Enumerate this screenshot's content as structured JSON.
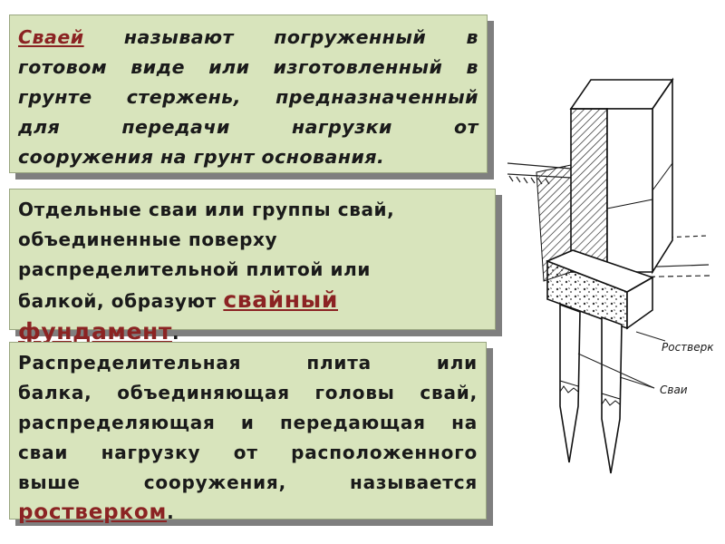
{
  "definition_card": {
    "term": "Сваей",
    "lines": [
      " называют погруженный в",
      "готовом виде или изготовленный в",
      "грунте стержень, предназначенный",
      "для передачи нагрузки от"
    ],
    "last_line": "сооружения на грунт основания."
  },
  "foundation_card": {
    "lines": [
      "Отдельные сваи или группы свай,",
      "объединенные поверху",
      "распределительной плитой или"
    ],
    "last_prefix": "балкой, образуют ",
    "term": "свайный фундамент",
    "suffix": "."
  },
  "grillage_card": {
    "lines": [
      "Распределительная плита или",
      "балка, объединяющая головы свай,",
      "распределяющая и передающая на",
      "сваи нагрузку от расположенного",
      "выше сооружения, называется"
    ],
    "term": "ростверком",
    "suffix": "."
  },
  "figure": {
    "label_grillage": "Ростверк",
    "label_piles": "Сваи"
  },
  "colors": {
    "card_background": "#d8e4bc",
    "card_shadow": "#7f7f7f",
    "accent_text": "#8b2323"
  }
}
